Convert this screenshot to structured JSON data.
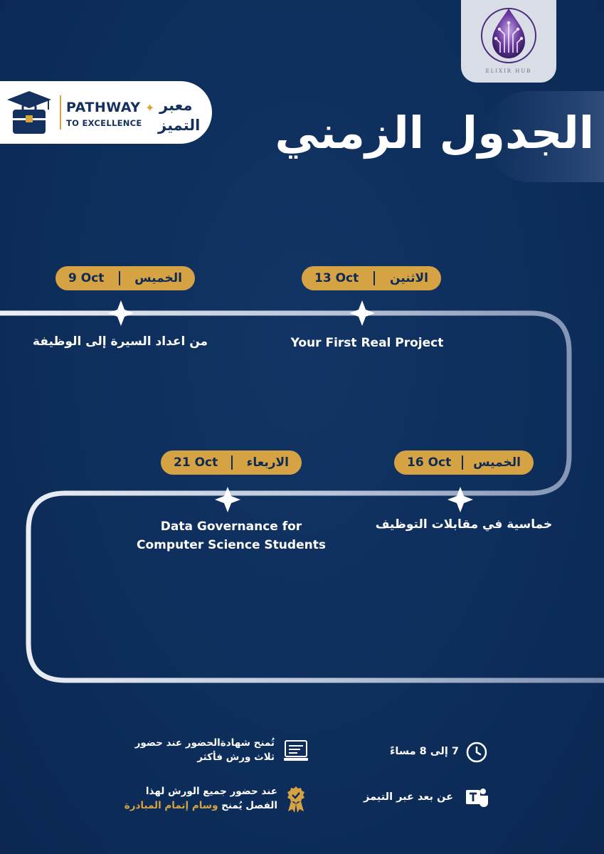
{
  "brand": {
    "hub_name": "ELIXIR HUB",
    "pathway_en_line1": "PATHWAY",
    "pathway_en_line2": "TO EXCELLENCE",
    "pathway_ar_line1": "معبر",
    "pathway_ar_line2": "التميز"
  },
  "title": "الجدول الزمني",
  "colors": {
    "background": "#0d2d5a",
    "accent": "#d6a344",
    "text": "#ffffff"
  },
  "events": [
    {
      "day": "الخميس",
      "date": "9 Oct",
      "label": "من اعداد السيرة إلى الوظيفة"
    },
    {
      "day": "الاثنين",
      "date": "13 Oct",
      "label": "Your First Real Project"
    },
    {
      "day": "الخميس",
      "date": "16 Oct",
      "label": "خماسية في مقابلات التوظيف"
    },
    {
      "day": "الاربعاء",
      "date": "21 Oct",
      "label_line1": "Data Governance for",
      "label_line2": "Computer Science Students"
    }
  ],
  "info": {
    "certificate_line1": "تُمنح شهادةالحضور عند حضور",
    "certificate_line2": "ثلاث ورش فأكثر",
    "time": "7 إلى 8 مساءً",
    "badge_line1": "عند حضور جميع الورش لهذا",
    "badge_line2_part1": "الفصل يُمنح ",
    "badge_line2_part2": "وسام إتمام المبادرة",
    "location": "عن بعد عبر التيمز"
  },
  "icons": [
    "hub-logo-icon",
    "graduation-cap-icon",
    "sparkle-icon",
    "star-marker-icon",
    "certificate-icon",
    "clock-icon",
    "medal-icon",
    "teams-icon"
  ]
}
